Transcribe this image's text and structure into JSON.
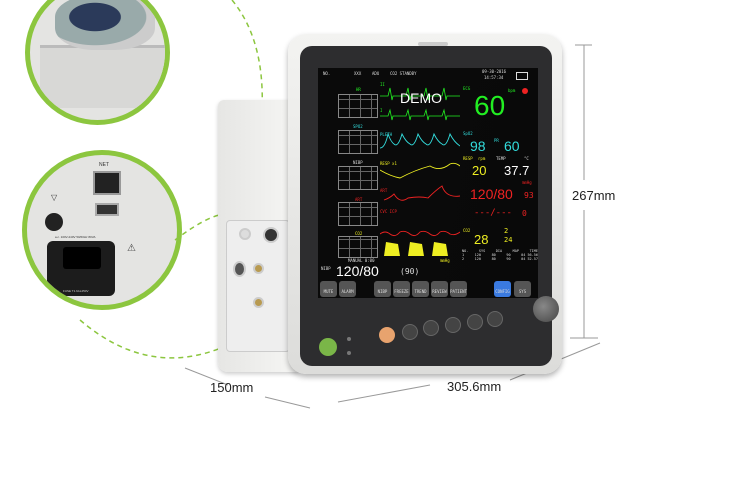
{
  "dimensions": {
    "height": "267mm",
    "depth": "150mm",
    "width": "305.6mm"
  },
  "colors": {
    "accent_green": "#8cc63f",
    "hr_green": "#22ee33",
    "spo2_cyan": "#33dddd",
    "resp_yellow": "#f5ee2a",
    "nibp_red": "#ee2222"
  },
  "back_panel": {
    "net_label": "NET",
    "usb_icon": "usb-icon",
    "power_rating": "a.c. 100V-240V 50/60Hz 80VA",
    "fuse": "FUSE T1.6AL250V"
  },
  "screen": {
    "top_bar": {
      "left": "NO.",
      "mid1": "XXX",
      "mid2": "ADU",
      "status": "CO2 STANDBY",
      "date": "09-30-2016",
      "time": "14:57:34"
    },
    "demo": "DEMO",
    "ecg": {
      "label": "ECG",
      "lead1": "II",
      "lead2": "I",
      "unit": "bpm",
      "value": "60"
    },
    "pleth": {
      "label": "PLETH"
    },
    "spo2": {
      "label": "SpO2",
      "value": "98",
      "pr_label": "PR",
      "pr_value": "60"
    },
    "resp": {
      "label": "RESP",
      "wave_label": "RESP x1",
      "unit": "rpm",
      "value": "20"
    },
    "temp": {
      "label": "TEMP",
      "unit": "°C",
      "value": "37.7"
    },
    "ibp1": {
      "wave_label": "ART",
      "value": "120/80",
      "mean": "93",
      "unit": "mmHg"
    },
    "ibp2": {
      "wave_label": "CVC ICP",
      "value": "---/---",
      "mean": "0"
    },
    "co2": {
      "label": "CO2",
      "value": "28",
      "insp": "2",
      "awrr": "24",
      "unit": "mmHg"
    },
    "nibp": {
      "label": "NIBP",
      "info": "MANUAL 0:00",
      "value": "120/80",
      "mean": "(90)"
    },
    "nibp_list": {
      "headers": [
        "NO.",
        "SYS",
        "DIA",
        "MAP",
        "TIME"
      ],
      "rows": [
        [
          "1",
          "120",
          "80",
          "90",
          "04 56-56"
        ],
        [
          "2",
          "120",
          "80",
          "90",
          "04 52-57"
        ]
      ]
    },
    "trend_titles": [
      "HR",
      "SPO2",
      "NIBP",
      "ART",
      "CO2"
    ],
    "softkeys": [
      "MUTE",
      "ALARM",
      "NIBP",
      "FREEZE",
      "TREND",
      "REVIEW",
      "PATIENT",
      "CONFIG",
      "SYS"
    ]
  }
}
